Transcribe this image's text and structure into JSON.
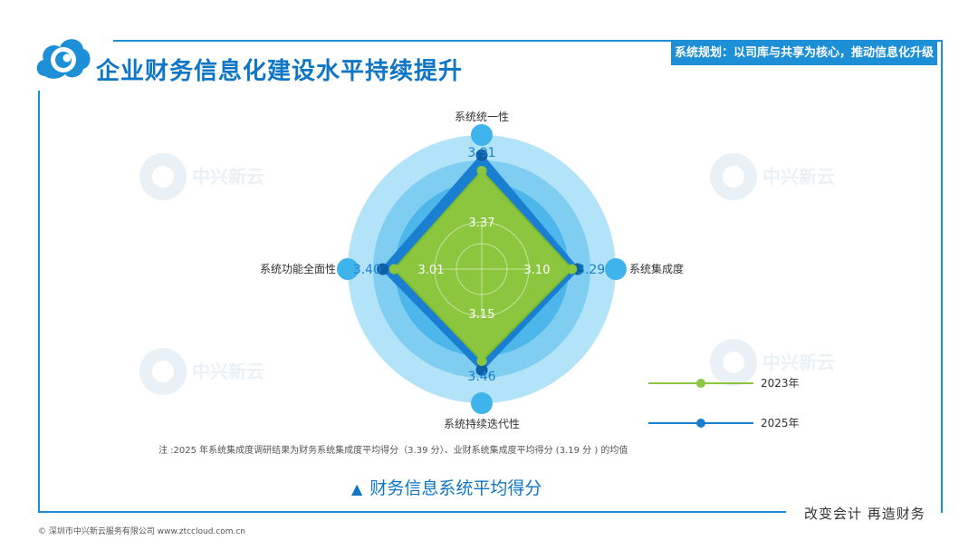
{
  "header": {
    "title": "企业财务信息化建设水平持续提升",
    "tag": "系统规划：以司库与共享为核心，推动信息化升级"
  },
  "watermark": {
    "text": "中兴新云"
  },
  "chart_data": {
    "type": "radar",
    "axes": [
      "系统统一性",
      "系统集成度",
      "系统持续迭代性",
      "系统功能全面性"
    ],
    "rlim": [
      0,
      4.6
    ],
    "series": [
      {
        "name": "2023年",
        "values": [
          3.37,
          3.1,
          3.15,
          3.01
        ],
        "color": "#8cc63f"
      },
      {
        "name": "2025年",
        "values": [
          3.91,
          3.29,
          3.46,
          3.4
        ],
        "color": "#1a7fd0"
      }
    ],
    "value_labels_2023": [
      "3.37",
      "3.10",
      "3.15",
      "3.01"
    ],
    "value_labels_2025": [
      "3.91",
      "3.29",
      "3.46",
      "3.40"
    ],
    "legend": [
      "2023年",
      "2025年"
    ],
    "legend_position": "right",
    "note": "注 :2025 年系统集成度调研结果为财务系统集成度平均得分（3.39 分）、业财系统集成度平均得分 (3.19 分 ) 的均值",
    "subtitle": "财务信息系统平均得分",
    "colors": {
      "ring_outer": "#b3e3f8",
      "ring_mid": "#7fcdf1",
      "ring_inner": "#4db6ea",
      "ring_core": "#2aa3e1",
      "axis_dot": "#3fb4ec"
    }
  },
  "footer": {
    "slogan": "改变会计  再造财务",
    "copyright": "© 深圳市中兴新云服务有限公司   www.ztccloud.com.cn"
  }
}
